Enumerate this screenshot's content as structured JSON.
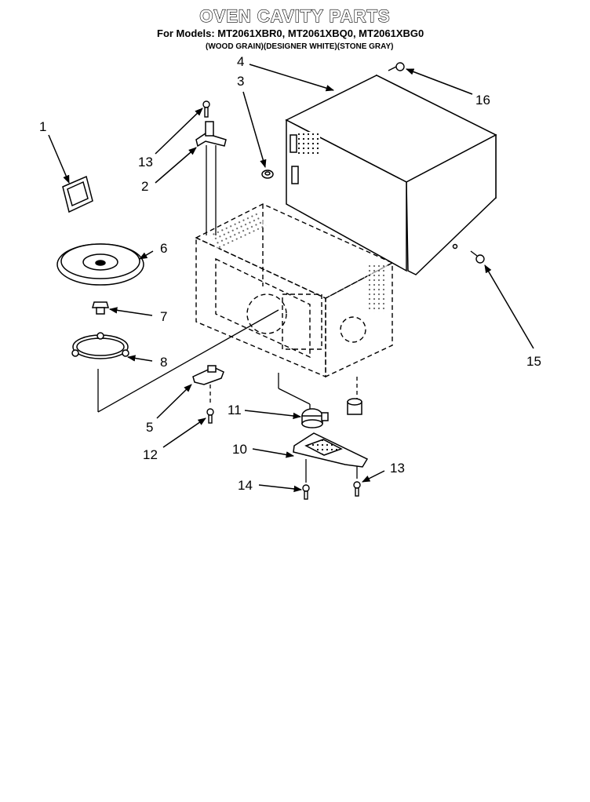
{
  "header": {
    "title": "OVEN CAVITY PARTS",
    "models": "For Models: MT2061XBR0, MT2061XBQ0, MT2061XBG0",
    "variants": "(WOOD GRAIN)(DESIGNER WHITE)(STONE GRAY)"
  },
  "callouts": {
    "c1": "1",
    "c2": "2",
    "c3": "3",
    "c4": "4",
    "c5": "5",
    "c6": "6",
    "c7": "7",
    "c8": "8",
    "c10": "10",
    "c11": "11",
    "c12": "12",
    "c13a": "13",
    "c13b": "13",
    "c14": "14",
    "c15": "15",
    "c16": "16"
  }
}
